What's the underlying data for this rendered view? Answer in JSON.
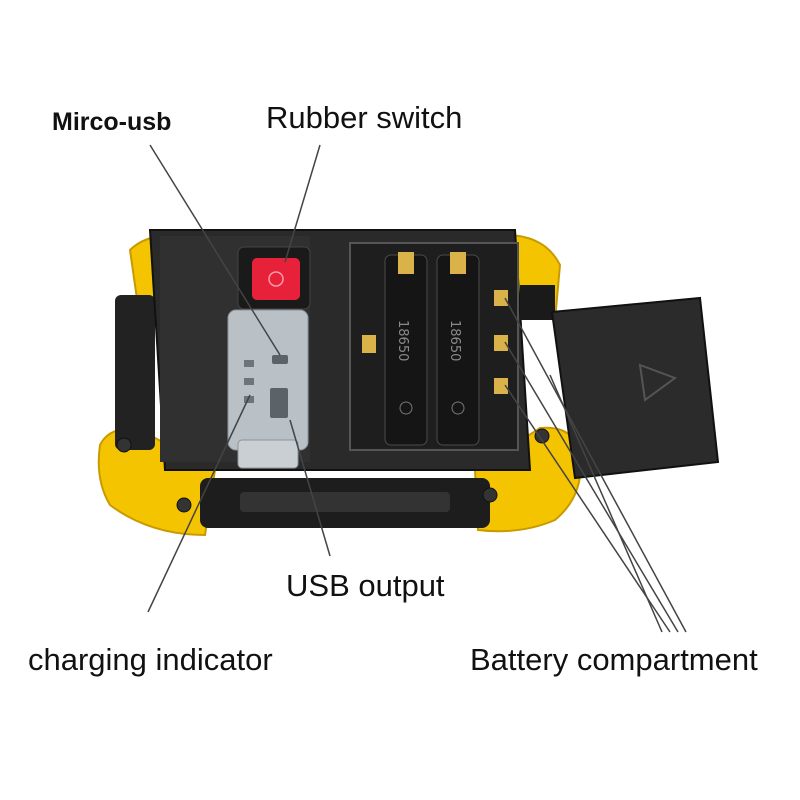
{
  "labels": {
    "micro_usb": "Mirco-usb",
    "rubber_switch": "Rubber switch",
    "usb_output": "USB output",
    "charging_indicator": "charging indicator",
    "battery_compartment": "Battery compartment"
  },
  "cell_marking": "18650",
  "colors": {
    "housing_yellow": "#f5c400",
    "body_black": "#2a2a2a",
    "switch_red": "#e8213a",
    "contact_gold": "#d9b24a"
  },
  "icons": [
    "power-icon",
    "arrow-icon",
    "screw-icon"
  ]
}
